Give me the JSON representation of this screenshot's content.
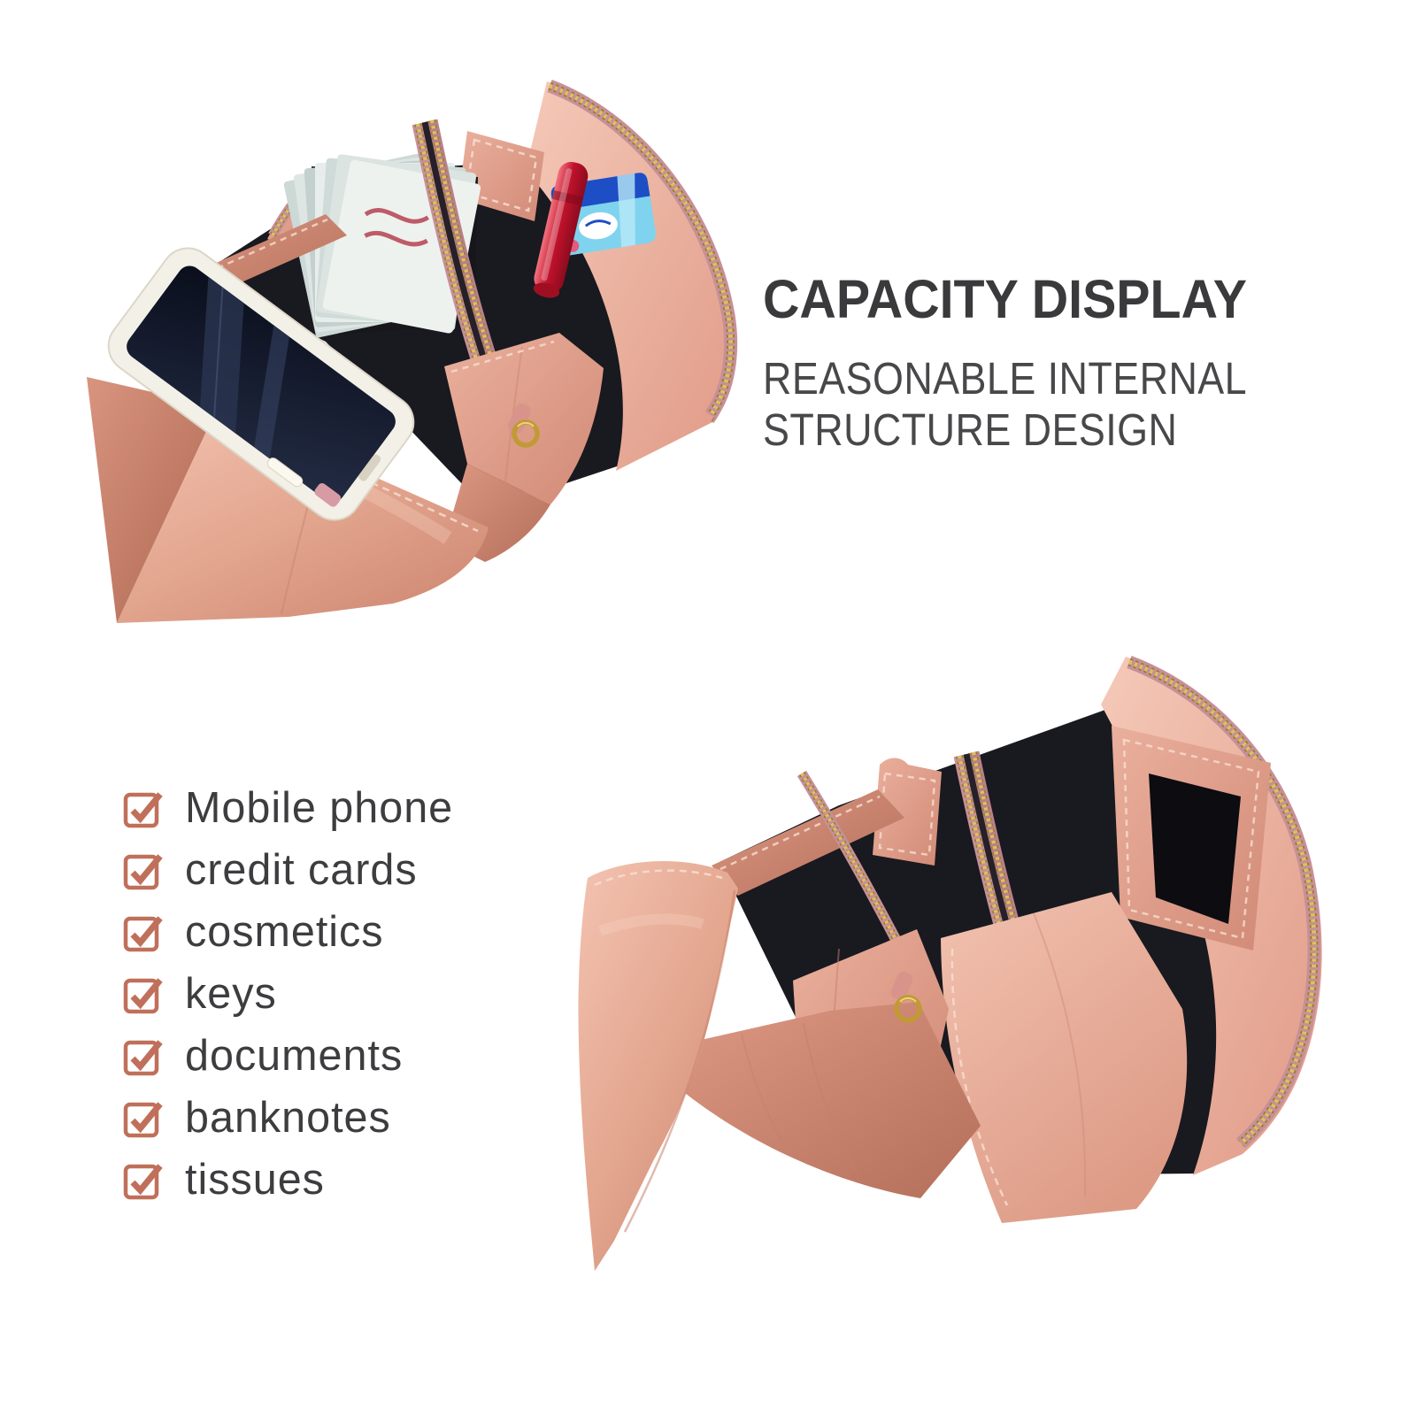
{
  "page": {
    "background": "#ffffff"
  },
  "heading": {
    "title": "CAPACITY DISPLAY",
    "subtitle_line1": "REASONABLE INTERNAL",
    "subtitle_line2": "STRUCTURE DESIGN",
    "title_color": "#3a3a3c",
    "subtitle_color": "#48484b"
  },
  "checklist": {
    "icon": "checkbox-checked-icon",
    "accent_color": "#c0705a",
    "text_color": "#3d3d40",
    "items": [
      "Mobile phone",
      "credit cards",
      "cosmetics",
      "keys",
      "documents",
      "banknotes",
      "tissues"
    ]
  },
  "photos": {
    "top": {
      "label": "open wallet filled with phone, banknotes, pen and wipes"
    },
    "bottom": {
      "label": "open empty wallet showing pockets and phone window"
    }
  },
  "palette": {
    "leather_pink": "#e8a492",
    "leather_shadow": "#b46f5a",
    "zipper_gold": "#c2a23d",
    "zipper_tape_rose": "#c6909a",
    "interior_black": "#191920",
    "phone_case_white": "#f3f0e8",
    "phone_screen": "#0a0e1c",
    "pen_red": "#c1122c",
    "wipes_blue": "#1e4ec5",
    "wipes_light_blue": "#7fd3ee"
  }
}
